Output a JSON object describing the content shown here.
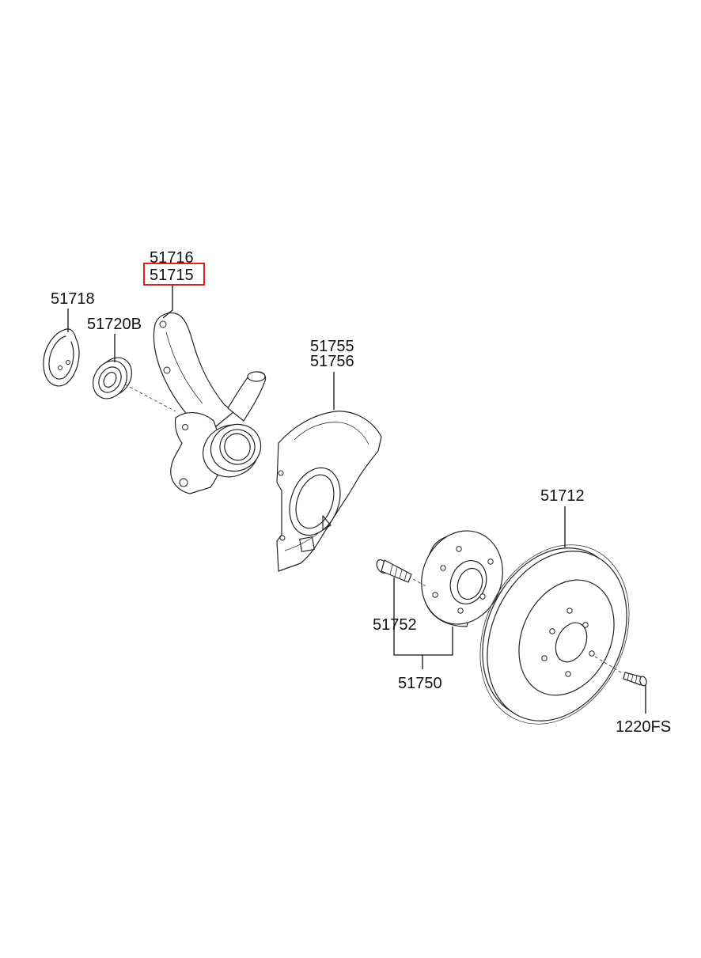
{
  "highlighted_part": "51715",
  "highlight_color": "#e02020",
  "labels": {
    "p51716": "51716",
    "p51715": "51715",
    "p51718": "51718",
    "p51720B": "51720B",
    "p51755": "51755",
    "p51756": "51756",
    "p51712": "51712",
    "p51752": "51752",
    "p51750": "51750",
    "p1220FS": "1220FS"
  }
}
